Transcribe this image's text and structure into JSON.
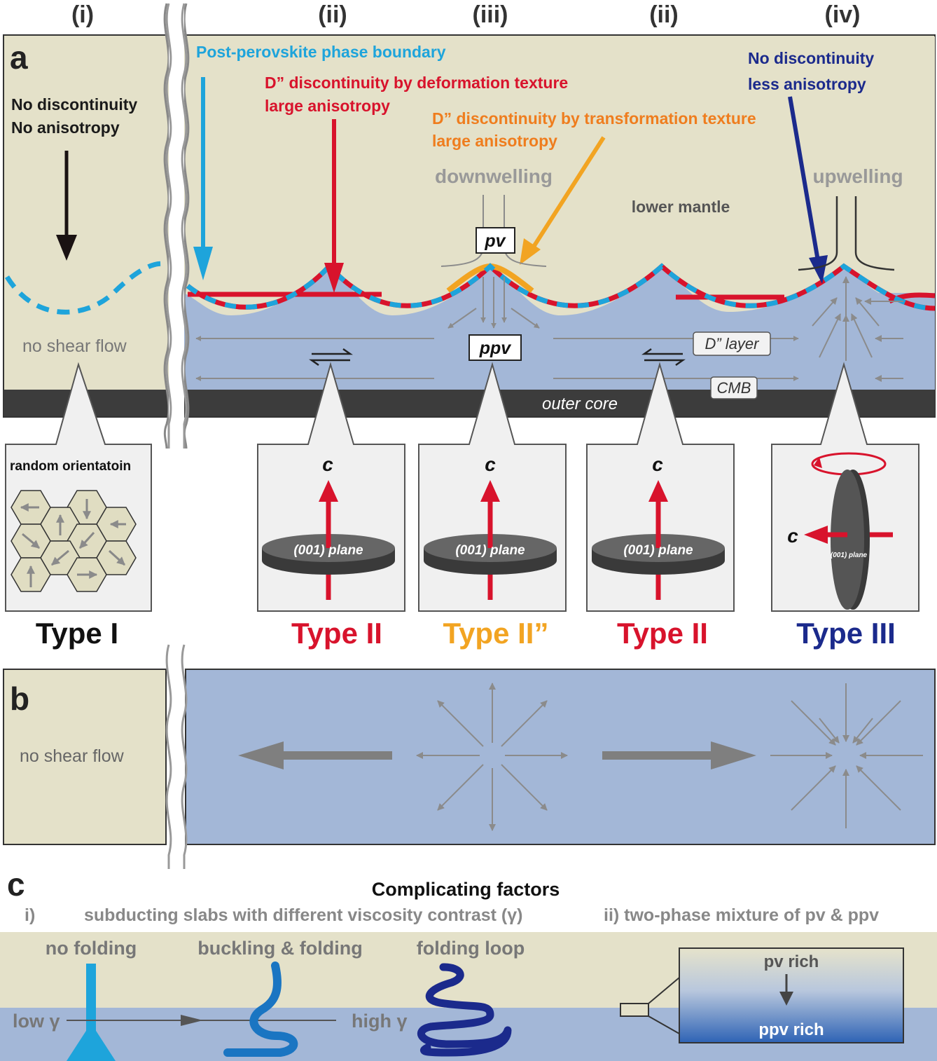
{
  "columns": [
    "(i)",
    "(ii)",
    "(iii)",
    "(ii)",
    "(iv)"
  ],
  "panel_a": {
    "label": "a",
    "col1_line1": "No discontinuity",
    "col1_line2": "No anisotropy",
    "ppv_boundary": "Post-perovskite phase boundary",
    "deform_line1": "D” discontinuity by deformation texture",
    "deform_line2": "large anisotropy",
    "transform_line1": "D” discontinuity by transformation texture",
    "transform_line2": "large anisotropy",
    "nodisc_line1": "No discontinuity",
    "nodisc_line2": "less anisotropy",
    "downwelling": "downwelling",
    "upwelling": "upwelling",
    "lower_mantle": "lower mantle",
    "pv": "pv",
    "ppv": "ppv",
    "no_shear_flow": "no shear flow",
    "d_layer": "D” layer",
    "cmb": "CMB",
    "outer_core": "outer core"
  },
  "insets": {
    "random": "random orientatoin",
    "c_axis": "c",
    "plane": "(001) plane"
  },
  "types": [
    {
      "label": "Type I",
      "color": "#111111"
    },
    {
      "label": "Type II",
      "color": "#d8132c"
    },
    {
      "label": "Type II”",
      "color": "#f2a422"
    },
    {
      "label": "Type II",
      "color": "#d8132c"
    },
    {
      "label": "Type III",
      "color": "#1b2a8c"
    }
  ],
  "panel_b": {
    "label": "b",
    "no_shear_flow": "no shear flow"
  },
  "panel_c": {
    "label": "c",
    "title": "Complicating factors",
    "item_i_num": "i)",
    "item_i_text": "subducting slabs with different viscosity contrast (γ)",
    "item_ii_text": "ii) two-phase mixture of pv & ppv",
    "no_folding": "no folding",
    "buckling": "buckling & folding",
    "folding_loop": "folding loop",
    "low_gamma": "low γ",
    "high_gamma": "high γ",
    "pv_rich": "pv rich",
    "ppv_rich": "ppv rich"
  },
  "colors": {
    "mantle": "#e4e1c9",
    "dlayer": "#a3b7d7",
    "core": "#3c3c3c",
    "cyan": "#1ea4db",
    "red": "#d8132c",
    "orange": "#f2a422",
    "navy": "#1b2a8c",
    "grey": "#8b8b8b"
  }
}
